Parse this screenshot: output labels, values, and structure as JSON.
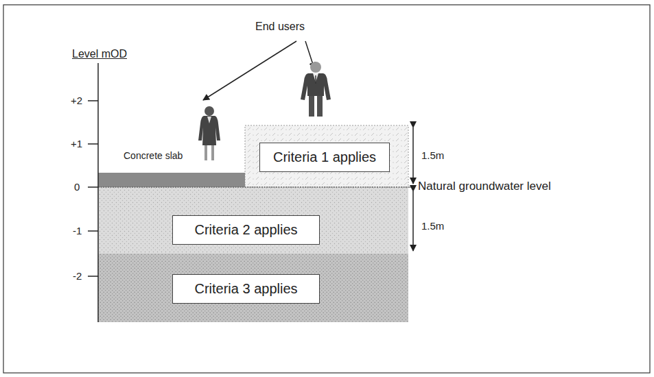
{
  "diagram": {
    "nodes": [
      {
        "text": [
          "Criteria 1 applies"
        ]
      },
      {
        "text": [
          "Criteria 2 applies"
        ]
      },
      {
        "text": [
          "Criteria 3 applies"
        ]
      }
    ],
    "labels": [
      "End users",
      "Level mOD",
      "+2",
      "+1",
      "0",
      "-1",
      "-2",
      "Concrete slab",
      "1.5m",
      "Natural groundwater level",
      "1.5m"
    ]
  }
}
